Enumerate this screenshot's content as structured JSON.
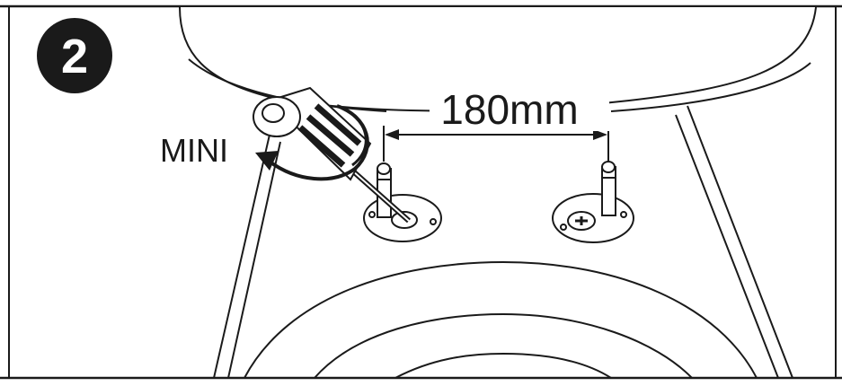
{
  "step": {
    "number": "2"
  },
  "labels": {
    "measurement": "180mm",
    "tool_size": "MINI"
  },
  "colors": {
    "ink": "#1a1a1a",
    "paper": "#ffffff",
    "badge": "#1a1a1a",
    "badge_text": "#ffffff"
  },
  "icons": {
    "screwdriver": "screwdriver-icon",
    "rotation_arrow": "rotate-arrow-icon"
  }
}
